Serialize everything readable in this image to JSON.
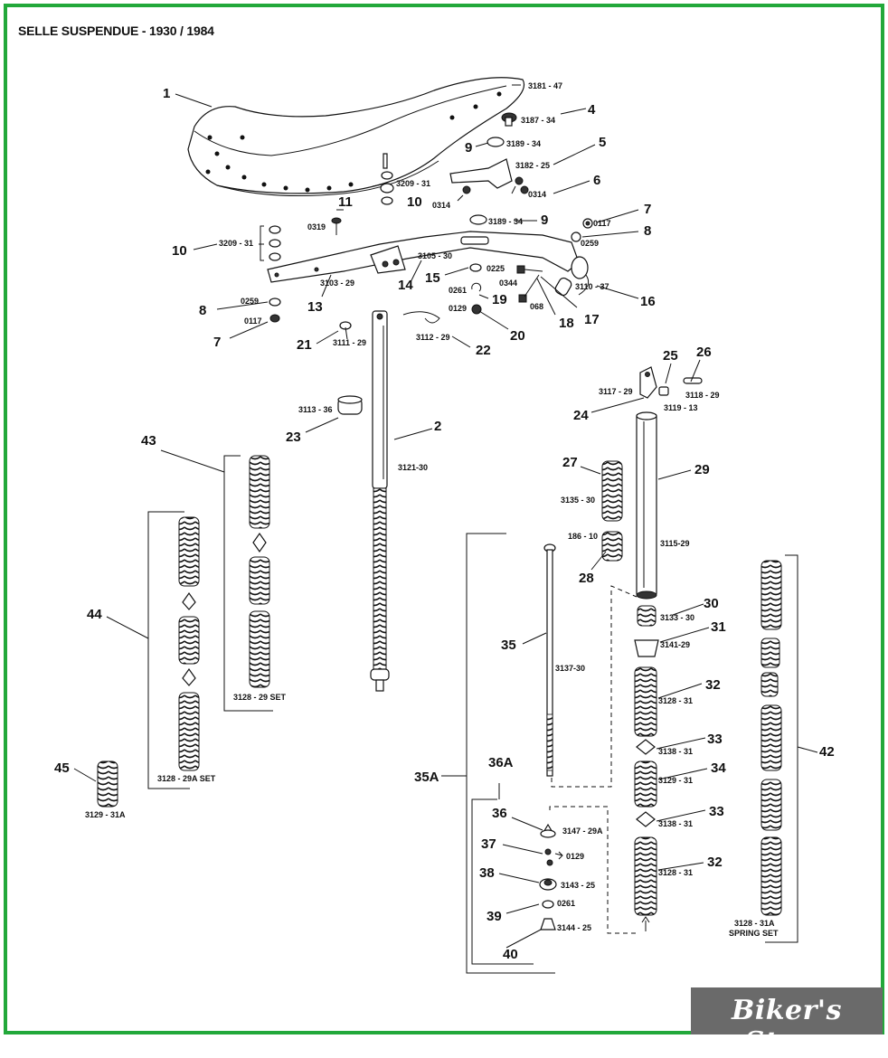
{
  "title": "SELLE SUSPENDUE - 1930 / 1984",
  "logo_text": "Biker's Store",
  "colors": {
    "frame": "#22a83a",
    "logo_bg": "#6a6a6a"
  },
  "callouts": [
    {
      "num": "1",
      "ref": "3181 - 47"
    },
    {
      "num": "2",
      "ref": "3121-30"
    },
    {
      "num": "4",
      "ref": "3187 - 34"
    },
    {
      "num": "5",
      "ref": "3182 - 25"
    },
    {
      "num": "6",
      "ref": "0314"
    },
    {
      "num": "7",
      "ref": "0117"
    },
    {
      "num": "8",
      "ref": "0259"
    },
    {
      "num": "9",
      "ref": "3189 - 34"
    },
    {
      "num": "10",
      "ref": "3209 - 31"
    },
    {
      "num": "11",
      "ref": "0319"
    },
    {
      "num": "13",
      "ref": "3103 - 29"
    },
    {
      "num": "14",
      "ref": "3105 - 30"
    },
    {
      "num": "15",
      "ref": "0225"
    },
    {
      "num": "16",
      "ref": "3110 - 37"
    },
    {
      "num": "17",
      "ref": "0344"
    },
    {
      "num": "18",
      "ref": "068"
    },
    {
      "num": "19",
      "ref": "0261"
    },
    {
      "num": "20",
      "ref": "0129"
    },
    {
      "num": "21",
      "ref": "3111 - 29"
    },
    {
      "num": "22",
      "ref": "3112 - 29"
    },
    {
      "num": "23",
      "ref": "3113 - 36"
    },
    {
      "num": "24",
      "ref": "3117 - 29"
    },
    {
      "num": "25",
      "ref": "3119 - 13"
    },
    {
      "num": "26",
      "ref": "3118 - 29"
    },
    {
      "num": "27",
      "ref": "3135 - 30"
    },
    {
      "num": "28",
      "ref": "186 - 10"
    },
    {
      "num": "29",
      "ref": "3115-29"
    },
    {
      "num": "30",
      "ref": "3133 - 30"
    },
    {
      "num": "31",
      "ref": "3141-29"
    },
    {
      "num": "32",
      "ref": "3128 - 31"
    },
    {
      "num": "33",
      "ref": "3138 - 31"
    },
    {
      "num": "34",
      "ref": "3129 - 31"
    },
    {
      "num": "35",
      "ref": "3137-30"
    },
    {
      "num": "35A",
      "ref": ""
    },
    {
      "num": "36A",
      "ref": ""
    },
    {
      "num": "36",
      "ref": "3147 - 29A"
    },
    {
      "num": "37",
      "ref": "0129"
    },
    {
      "num": "38",
      "ref": "3143 - 25"
    },
    {
      "num": "39",
      "ref": "0261"
    },
    {
      "num": "40",
      "ref": "3144 - 25"
    },
    {
      "num": "42",
      "ref": "3128 - 31A"
    },
    {
      "num": "43",
      "ref": "3128 - 29 SET"
    },
    {
      "num": "44",
      "ref": "3128 - 29A SET"
    },
    {
      "num": "45",
      "ref": "3129 - 31A"
    }
  ],
  "extra_labels": {
    "spring_set": "SPRING SET"
  }
}
